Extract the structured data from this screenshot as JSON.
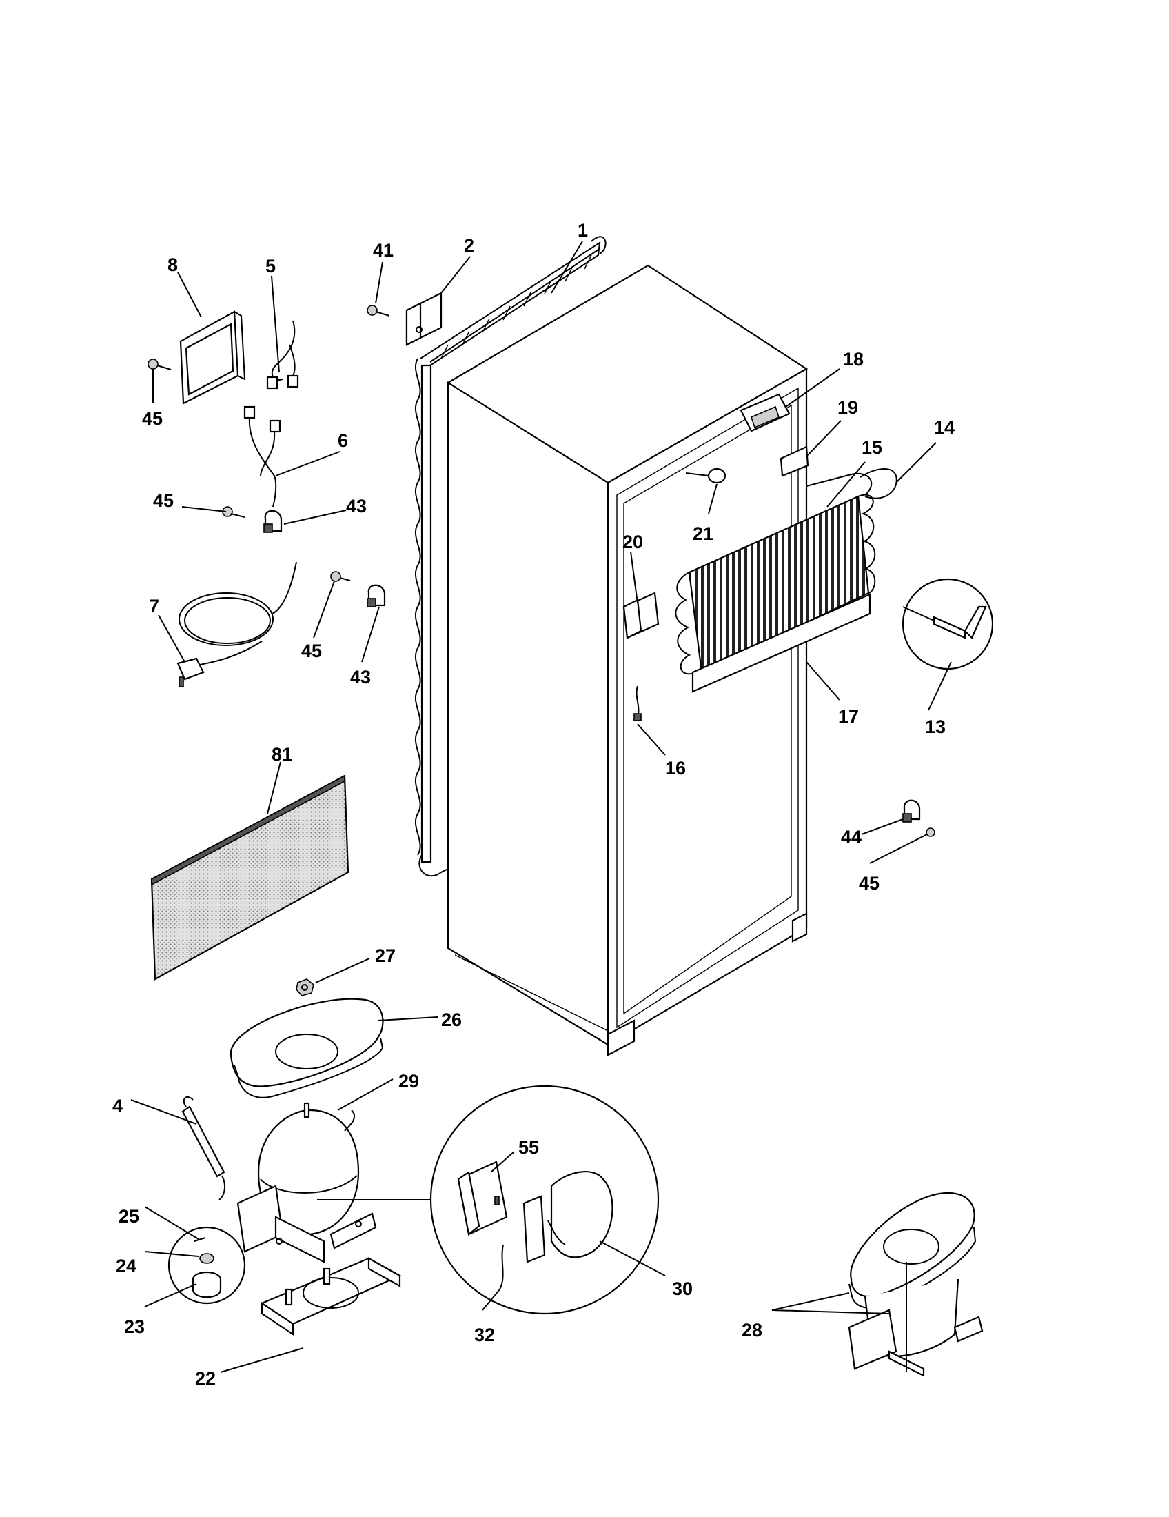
{
  "diagram": {
    "callouts": [
      {
        "id": "1",
        "label": "1"
      },
      {
        "id": "2",
        "label": "2"
      },
      {
        "id": "41",
        "label": "41"
      },
      {
        "id": "8",
        "label": "8"
      },
      {
        "id": "5",
        "label": "5"
      },
      {
        "id": "45a",
        "label": "45"
      },
      {
        "id": "6",
        "label": "6"
      },
      {
        "id": "45b",
        "label": "45"
      },
      {
        "id": "43a",
        "label": "43"
      },
      {
        "id": "7",
        "label": "7"
      },
      {
        "id": "45c",
        "label": "45"
      },
      {
        "id": "43b",
        "label": "43"
      },
      {
        "id": "18",
        "label": "18"
      },
      {
        "id": "19",
        "label": "19"
      },
      {
        "id": "15",
        "label": "15"
      },
      {
        "id": "14",
        "label": "14"
      },
      {
        "id": "21",
        "label": "21"
      },
      {
        "id": "20",
        "label": "20"
      },
      {
        "id": "17",
        "label": "17"
      },
      {
        "id": "13",
        "label": "13"
      },
      {
        "id": "16",
        "label": "16"
      },
      {
        "id": "81",
        "label": "81"
      },
      {
        "id": "44",
        "label": "44"
      },
      {
        "id": "45d",
        "label": "45"
      },
      {
        "id": "27",
        "label": "27"
      },
      {
        "id": "26",
        "label": "26"
      },
      {
        "id": "29",
        "label": "29"
      },
      {
        "id": "4",
        "label": "4"
      },
      {
        "id": "55",
        "label": "55"
      },
      {
        "id": "30",
        "label": "30"
      },
      {
        "id": "25",
        "label": "25"
      },
      {
        "id": "24",
        "label": "24"
      },
      {
        "id": "23",
        "label": "23"
      },
      {
        "id": "32",
        "label": "32"
      },
      {
        "id": "22",
        "label": "22"
      },
      {
        "id": "28",
        "label": "28"
      }
    ]
  }
}
